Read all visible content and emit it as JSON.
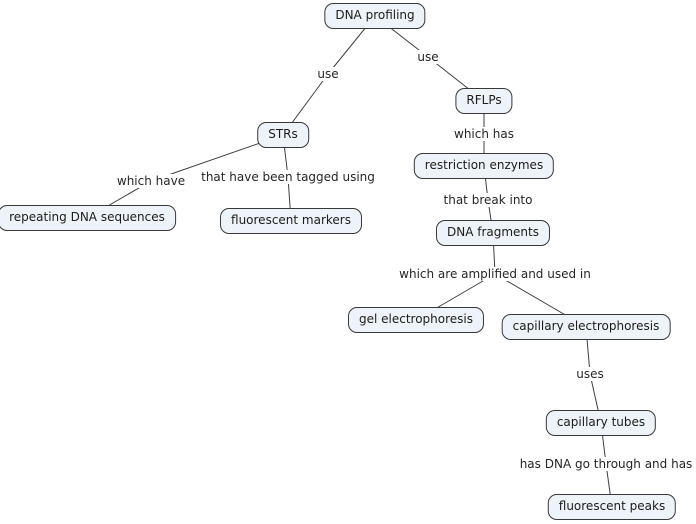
{
  "colors": {
    "background": "#ffffff",
    "node_fill": "#edf3f8",
    "node_border": "#383838",
    "connector_line": "#3f3f3f",
    "text": "#1c1c1c"
  },
  "nodes": [
    {
      "id": "dna-profiling",
      "label": "DNA profiling"
    },
    {
      "id": "strs",
      "label": "STRs"
    },
    {
      "id": "rflps",
      "label": "RFLPs"
    },
    {
      "id": "repeating-dna-sequences",
      "label": "repeating DNA sequences"
    },
    {
      "id": "fluorescent-markers",
      "label": "fluorescent markers"
    },
    {
      "id": "restriction-enzymes",
      "label": "restriction enzymes"
    },
    {
      "id": "dna-fragments",
      "label": "DNA fragments"
    },
    {
      "id": "gel-electrophoresis",
      "label": "gel electrophoresis"
    },
    {
      "id": "capillary-electrophoresis",
      "label": "capillary electrophoresis"
    },
    {
      "id": "capillary-tubes",
      "label": "capillary tubes"
    },
    {
      "id": "fluorescent-peaks",
      "label": "fluorescent peaks"
    }
  ],
  "edge_labels": [
    {
      "id": "use-left",
      "label": "use"
    },
    {
      "id": "use-right",
      "label": "use"
    },
    {
      "id": "which-have",
      "label": "which have"
    },
    {
      "id": "tagged-using",
      "label": "that have been tagged using"
    },
    {
      "id": "which-has",
      "label": "which has"
    },
    {
      "id": "that-break-into",
      "label": "that break into"
    },
    {
      "id": "amplified",
      "label": "which are amplified and used in"
    },
    {
      "id": "uses",
      "label": "uses"
    },
    {
      "id": "has-dna-through",
      "label": "has DNA go through and has"
    }
  ],
  "propositions": [
    {
      "from": "DNA profiling",
      "link": "use",
      "to": "STRs"
    },
    {
      "from": "DNA profiling",
      "link": "use",
      "to": "RFLPs"
    },
    {
      "from": "STRs",
      "link": "which have",
      "to": "repeating DNA sequences"
    },
    {
      "from": "STRs",
      "link": "that have been tagged using",
      "to": "fluorescent markers"
    },
    {
      "from": "RFLPs",
      "link": "which has",
      "to": "restriction enzymes"
    },
    {
      "from": "restriction enzymes",
      "link": "that break into",
      "to": "DNA fragments"
    },
    {
      "from": "DNA fragments",
      "link": "which are amplified and used in",
      "to": "gel electrophoresis"
    },
    {
      "from": "DNA fragments",
      "link": "which are amplified and used in",
      "to": "capillary electrophoresis"
    },
    {
      "from": "capillary electrophoresis",
      "link": "uses",
      "to": "capillary tubes"
    },
    {
      "from": "capillary tubes",
      "link": "has DNA go through and has",
      "to": "fluorescent peaks"
    }
  ]
}
